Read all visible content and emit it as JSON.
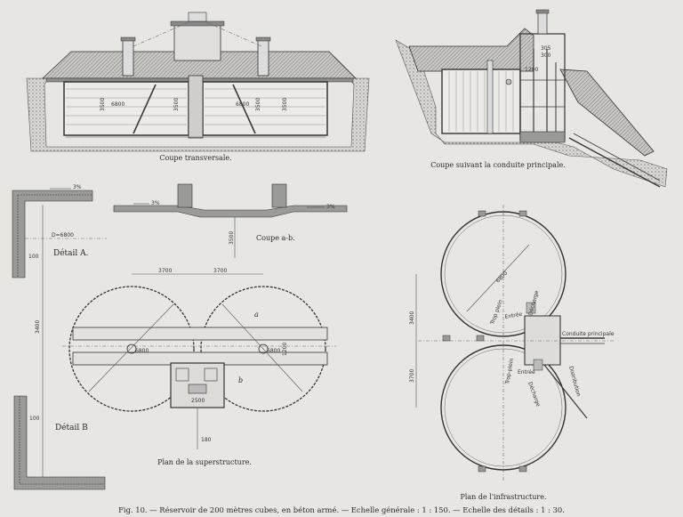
{
  "views": {
    "coupe_transversale": "Coupe transversale.",
    "coupe_conduite": "Coupe suivant la conduite principale.",
    "coupe_ab": "Coupe a-b.",
    "detail_a": "Détail A.",
    "detail_b": "Détail B",
    "plan_superstructure": "Plan de la superstructure.",
    "plan_infrastructure": "Plan de l'infrastructure."
  },
  "caption": "Fig. 10. — Réservoir de 200 mètres cubes, en béton armé. — Echelle générale : 1 : 150. — Echelle des détails : 1 : 30.",
  "dimensions": {
    "d1": "6800",
    "d2": "6800",
    "h1": "3500",
    "h2": "3500",
    "h3": "3500",
    "h4": "3500",
    "slope1": "3%",
    "slope2": "3%",
    "slope3": "3%",
    "d_detail": "D=6800",
    "v_ab": "3500",
    "v_left": "3400",
    "s1": "3700",
    "s2": "3700",
    "r1": "6800",
    "r2": "6800",
    "s_mid": "1200",
    "s_b": "2500",
    "s_c": "180",
    "i1": "3400",
    "i2": "3700",
    "i_r1": "6800",
    "d100a": "100",
    "d100b": "100",
    "sec_a": "a",
    "sec_b": "b",
    "c1": "305",
    "c2": "300",
    "c3": "1200"
  },
  "infra_labels": {
    "trop_plein_top": "Trop plein",
    "entree_top": "Entrée",
    "decharge_top": "Décharge",
    "conduite": "Conduite principale",
    "trop_plein_bot": "Trop-plein",
    "entree_bot": "Entrée",
    "decharge_bot": "Décharge",
    "distribution": "Distribution"
  },
  "colors": {
    "paper": "#e7e6e3",
    "ink": "#3a3a3a",
    "concrete": "#9a9a98"
  }
}
